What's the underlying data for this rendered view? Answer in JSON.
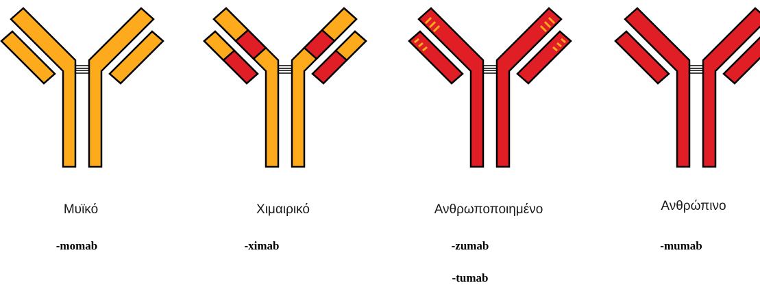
{
  "colors": {
    "mouse": "#fdab1d",
    "human": "#e01e26",
    "outline": "#000000"
  },
  "antibodies": [
    {
      "label": "Μυϊκό",
      "suffixes": [
        "-momab"
      ],
      "type": "mouse"
    },
    {
      "label": "Χιμαιρικό",
      "suffixes": [
        "-ximab"
      ],
      "type": "chimeric"
    },
    {
      "label": "Ανθρωποποιημένο",
      "suffixes": [
        "-zumab",
        "-tumab"
      ],
      "type": "humanized"
    },
    {
      "label": "Ανθρώπινο",
      "suffixes": [
        "-mumab"
      ],
      "type": "human"
    }
  ]
}
